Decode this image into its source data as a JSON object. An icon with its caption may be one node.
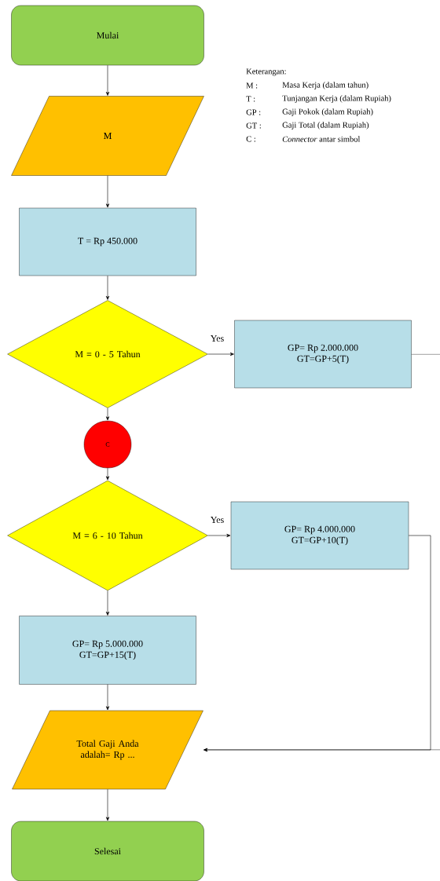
{
  "diagram": {
    "nodes": [
      {
        "text": [
          "Mulai"
        ]
      },
      {
        "text": [
          "M"
        ]
      },
      {
        "text": [
          "T = Rp 450.000"
        ]
      },
      {
        "text": [
          "M = 0 - 5 Tahun"
        ]
      },
      {
        "text": [
          "GP= Rp 2.000.000",
          "GT=GP+5(T)"
        ]
      },
      {
        "text": [
          "C"
        ]
      },
      {
        "text": [
          "M = 6 - 10 Tahun"
        ]
      },
      {
        "text": [
          "GP= Rp 4.000.000",
          "GT=GP+10(T)"
        ]
      },
      {
        "text": [
          "GP= Rp 5.000.000",
          "GT=GP+15(T)"
        ]
      },
      {
        "text": [
          "Total Gaji Anda adalah= Rp ..."
        ]
      },
      {
        "text": [
          "Selesai"
        ]
      }
    ],
    "edges": [
      {
        "from": 0,
        "to": 1,
        "arrow": "to"
      },
      {
        "from": 1,
        "to": 2,
        "arrow": "to"
      },
      {
        "from": 2,
        "to": 3,
        "arrow": "to"
      },
      {
        "from": 3,
        "to": 4,
        "arrow": "to",
        "label": "Yes"
      },
      {
        "from": 3,
        "to": 5,
        "arrow": "to"
      },
      {
        "from": 5,
        "to": 6,
        "arrow": "to"
      },
      {
        "from": 6,
        "to": 7,
        "arrow": "to",
        "label": "Yes"
      },
      {
        "from": 6,
        "to": 8,
        "arrow": "to"
      },
      {
        "from": 4,
        "to": 9,
        "arrow": "to"
      },
      {
        "from": 7,
        "to": 9,
        "arrow": "to"
      },
      {
        "from": 8,
        "to": 9,
        "arrow": "to"
      },
      {
        "from": 9,
        "to": 10,
        "arrow": "to"
      }
    ],
    "labels": [
      "Keterangan:",
      "M :",
      "Masa Kerja (dalam tahun)",
      "T :",
      "Tunjangan Kerja (dalam Rupiah)",
      "GP :",
      "Gaji Pokok (dalam Rupiah)",
      "GT :",
      "Gaji Total (dalam Rupiah)",
      "C :",
      "*Connector* antar simbol"
    ]
  }
}
